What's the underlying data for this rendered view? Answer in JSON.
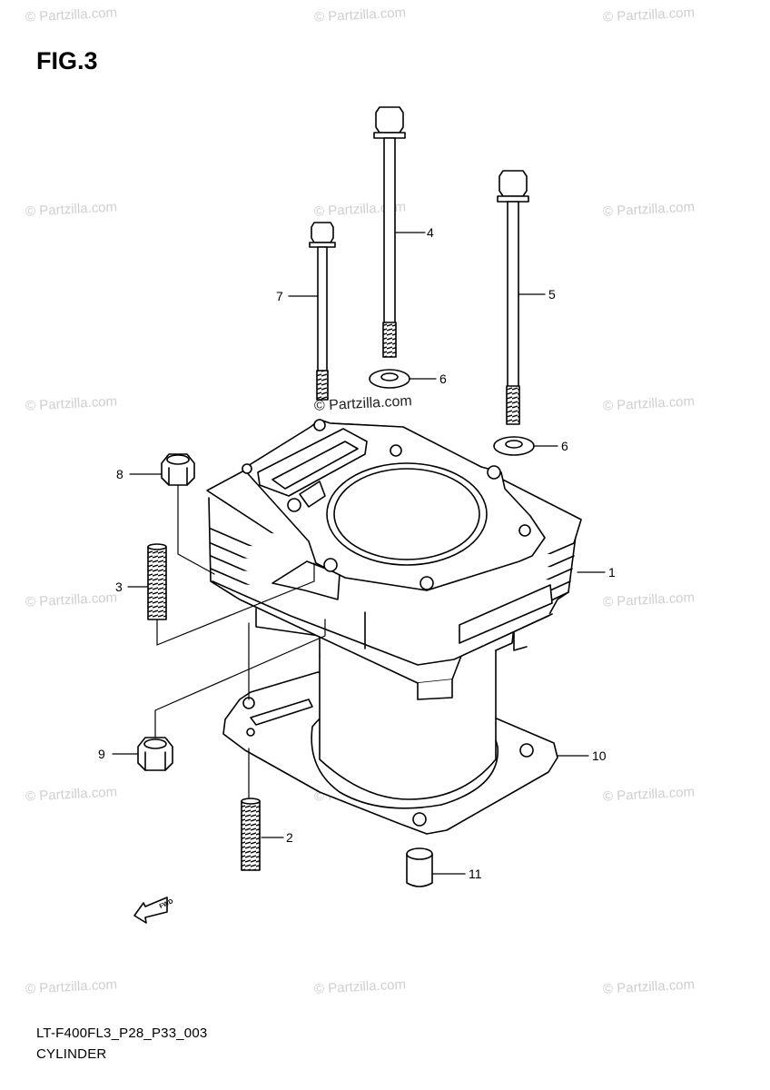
{
  "figure": {
    "title": "FIG.3"
  },
  "footer": {
    "code": "LT-F400FL3_P28_P33_003",
    "name": "CYLINDER"
  },
  "watermark": {
    "text": "© Partzilla.com",
    "color": "#cfcfcf"
  },
  "fwd_label": "FWD",
  "callouts": [
    {
      "id": "1",
      "label": "1"
    },
    {
      "id": "2",
      "label": "2"
    },
    {
      "id": "3",
      "label": "3"
    },
    {
      "id": "4",
      "label": "4"
    },
    {
      "id": "5",
      "label": "5"
    },
    {
      "id": "6a",
      "label": "6"
    },
    {
      "id": "6b",
      "label": "6"
    },
    {
      "id": "7",
      "label": "7"
    },
    {
      "id": "8",
      "label": "8"
    },
    {
      "id": "9",
      "label": "9"
    },
    {
      "id": "10",
      "label": "10"
    },
    {
      "id": "11",
      "label": "11"
    }
  ]
}
